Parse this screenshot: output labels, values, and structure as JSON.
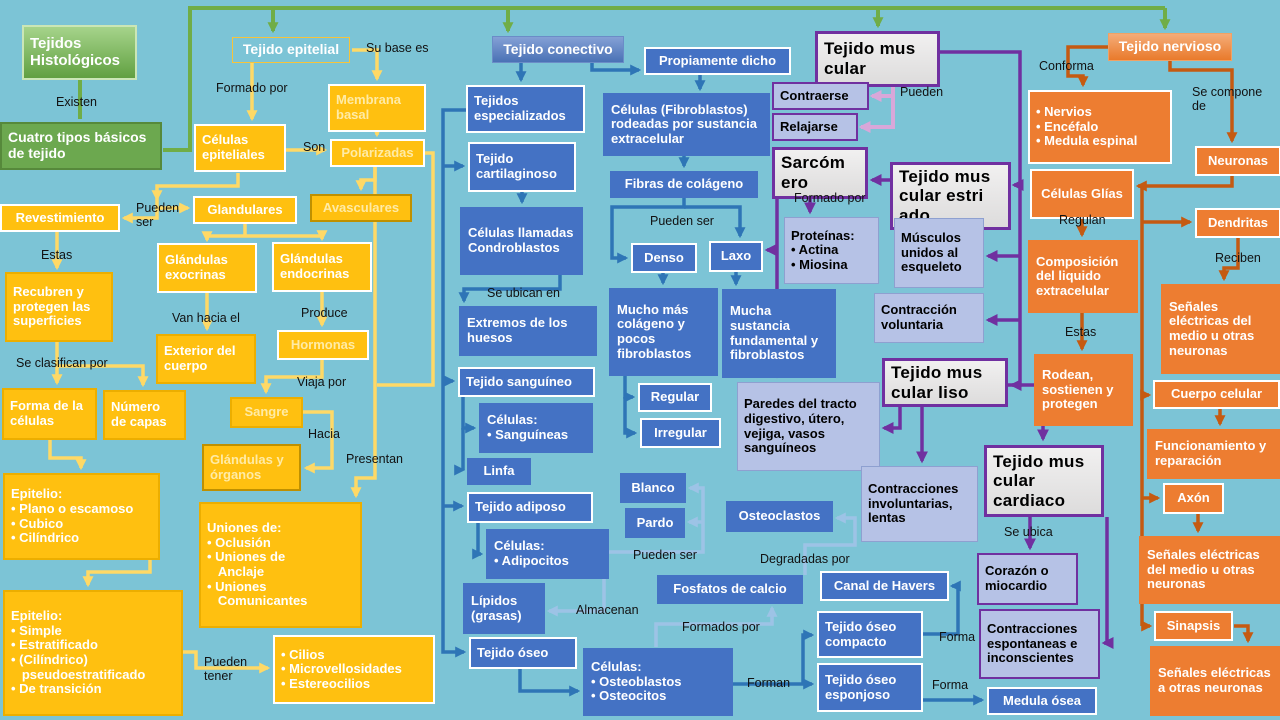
{
  "colors": {
    "background": "#7CC4D6",
    "root_green": "#70AD47",
    "epithelial_gold": "#FFC010",
    "gold_line": "#FFD966",
    "connective_blue": "#4472C4",
    "blue_line": "#2E75B6",
    "light_blue_line": "#9DC3E6",
    "muscular_purple": "#7030A0",
    "muscular_fill": "#B6C2E6",
    "muscular_grey": "#E7E6E6",
    "pink_line": "#D9A7D9",
    "nervous_orange": "#ED7D31",
    "orange_line": "#C55A11"
  },
  "nodes": {
    "tejidos_histologicos": "Tejidos\nHistológicos",
    "cuatro_tipos": "Cuatro tipos básicos de tejido",
    "tejido_epitelial": "Tejido epitelial",
    "membrana_basal": "Membrana basal",
    "celulas_epiteliales": "Células epiteliales",
    "polarizadas": "Polarizadas",
    "avasculares": "Avasculares",
    "glandulares": "Glandulares",
    "revestimiento": "Revestimiento",
    "recubren": "Recubren y protegen las superficies",
    "forma_celulas": "Forma de la células",
    "numero_capas": "Número de capas",
    "epitelio1": [
      "Epitelio:",
      "• Plano o escamoso",
      "• Cubico",
      "• Cilíndrico"
    ],
    "epitelio2": [
      "Epitelio:",
      "• Simple",
      "• Estratificado",
      "• (Cilíndrico)",
      "   pseudoestratificado",
      "• De transición"
    ],
    "cilios": [
      "• Cilios",
      "• Microvellosidades",
      "• Estereocilios"
    ],
    "glandulas_exocrinas": "Glándulas exocrinas",
    "glandulas_endocrinas": "Glándulas endocrinas",
    "exterior_cuerpo": "Exterior del cuerpo",
    "hormonas": "Hormonas",
    "sangre": "Sangre",
    "glandulas_organos": "Glándulas y órganos",
    "uniones": [
      "Uniones de:",
      "• Oclusión",
      "• Uniones de",
      "   Anclaje",
      "• Uniones",
      "   Comunicantes"
    ],
    "tejido_conectivo": "Tejido conectivo",
    "tejidos_especializados": "Tejidos especializados",
    "tejido_cartilaginoso": "Tejido cartilaginoso",
    "condroblastos": "Células llamadas Condroblastos",
    "extremos_huesos": "Extremos de los huesos",
    "tejido_sanguineo": "Tejido sanguíneo",
    "celulas_sanguineas": [
      "Células:",
      "• Sanguíneas"
    ],
    "linfa": "Linfa",
    "tejido_adiposo": "Tejido adiposo",
    "celulas_adipocitos": [
      "Células:",
      "• Adipocitos"
    ],
    "lipidos": "Lípidos (grasas)",
    "tejido_oseo": "Tejido óseo",
    "celulas_osteo": [
      "Células:",
      "• Osteoblastos",
      "• Osteocitos"
    ],
    "propiamente_dicho": "Propiamente dicho",
    "celulas_fibroblastos": "Células (Fibroblastos) rodeadas por sustancia extracelular",
    "fibras_colageno": "Fibras de colágeno",
    "denso": "Denso",
    "laxo": "Laxo",
    "mucho_mas": "Mucho más colágeno y pocos fibroblastos",
    "mucha_sustancia": "Mucha sustancia fundamental y fibroblastos",
    "regular": "Regular",
    "irregular": "Irregular",
    "blanco": "Blanco",
    "pardo": "Pardo",
    "osteoclastos": "Osteoclastos",
    "fosfatos": "Fosfatos de calcio",
    "canal_havers": "Canal de Havers",
    "oseo_compacto": "Tejido óseo compacto",
    "oseo_esponjoso": "Tejido óseo esponjoso",
    "medula_osea": "Medula ósea",
    "tejido_muscular": "Tejido mus\ncular",
    "contraerse": "Contraerse",
    "relajarse": "Relajarse",
    "sarcomero": "Sarcóm\nero",
    "proteinas": [
      "Proteínas:",
      "• Actina",
      "• Miosina"
    ],
    "tejido_muscular_estriado": "Tejido mus\ncular estri\nado",
    "musculos_unidos": "Músculos unidos al esqueleto",
    "contraccion_voluntaria": "Contracción voluntaria",
    "tejido_muscular_liso": "Tejido mus\ncular liso",
    "paredes_tracto": "Paredes del tracto digestivo, útero, vejiga, vasos sanguíneos",
    "tejido_muscular_cardiaco": "Tejido mus\ncular\ncardiaco",
    "corazon": "Corazón o miocardio",
    "contracciones_involuntarias": "Contracciones involuntarias, lentas",
    "contracciones_espontaneas": "Contracciones espontaneas e inconscientes",
    "tejido_nervioso": "Tejido nervioso",
    "nervios_list": [
      "• Nervios",
      "• Encéfalo",
      "• Medula espinal"
    ],
    "neuronas": "Neuronas",
    "celulas_glias": "Células Glías",
    "composicion": "Composición del liquido extracelular",
    "rodean": "Rodean, sostienen y protegen",
    "dendritas": "Dendritas",
    "senales_reciben": "Señales eléctricas del medio u otras neuronas",
    "cuerpo_celular": "Cuerpo celular",
    "funcionamiento": "Funcionamiento y reparación",
    "axon": "Axón",
    "senales_axon": "Señales eléctricas del medio u otras neuronas",
    "sinapsis": "Sinapsis",
    "senales_sinapsis": "Señales eléctricas a otras neuronas"
  },
  "labels": {
    "existen": "Existen",
    "formado_por": "Formado por",
    "su_base_es": "Su base es",
    "son": "Son",
    "pueden_ser": "Pueden ser",
    "estas": "Estas",
    "se_clasifican": "Se clasifican por",
    "pueden_tener": "Pueden tener",
    "van_hacia": "Van hacia el",
    "produce": "Produce",
    "viaja_por": "Viaja por",
    "hacia": "Hacia",
    "presentan": "Presentan",
    "se_ubican_en": "Se ubican en",
    "almacenan": "Almacenan",
    "forman": "Forman",
    "pueden_ser2": "Pueden ser",
    "pueden_ser3": "Pueden ser",
    "degradadas_por": "Degradadas por",
    "formados_por": "Formados por",
    "forma1": "Forma",
    "forma2": "Forma",
    "pueden": "Pueden",
    "formado_por2": "Formado por",
    "se_ubica": "Se ubica",
    "conforma": "Conforma",
    "se_compone_de": "Se compone de",
    "regulan": "Regulan",
    "estas2": "Estas",
    "reciben": "Reciben"
  }
}
